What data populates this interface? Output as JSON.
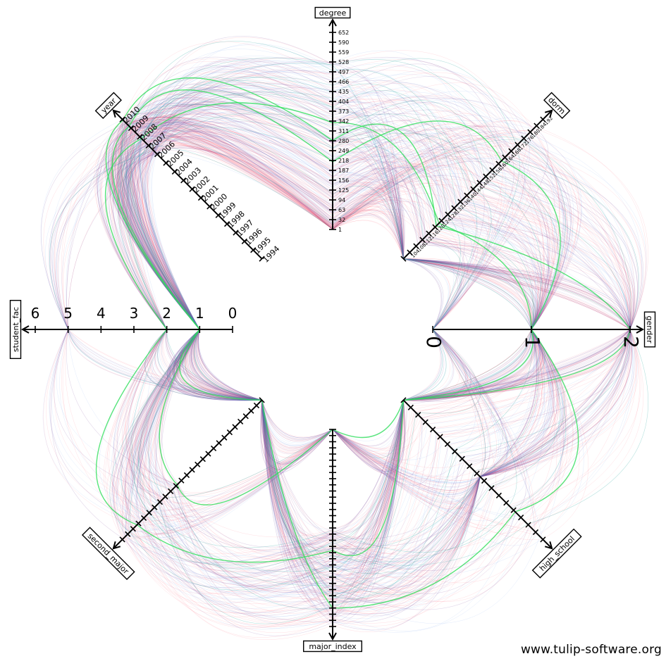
{
  "credit": "www.tulip-software.org",
  "chart_data": {
    "type": "parallel-coordinates-circular",
    "axes": [
      {
        "name": "degree",
        "ticks": [
          "1",
          "32",
          "63",
          "94",
          "125",
          "156",
          "187",
          "218",
          "249",
          "280",
          "311",
          "342",
          "373",
          "404",
          "435",
          "466",
          "497",
          "528",
          "559",
          "590",
          "652"
        ]
      },
      {
        "name": "dorm",
        "ticks": [
          "",
          "104",
          "108",
          "112",
          "116",
          "120",
          "124",
          "128",
          "132",
          "136",
          "140",
          "144",
          "148",
          "152",
          "156",
          "160",
          "164",
          "168",
          "172",
          "176",
          "180",
          "184",
          "192"
        ]
      },
      {
        "name": "gender",
        "ticks": [
          "0",
          "1",
          "2"
        ]
      },
      {
        "name": "high_school",
        "ticks": [
          "",
          "",
          "",
          "",
          "",
          "",
          "",
          "",
          "",
          "",
          "",
          "",
          "",
          "",
          "",
          "",
          "",
          "",
          "",
          ""
        ]
      },
      {
        "name": "major_index",
        "ticks": [
          "",
          "",
          "",
          "",
          "",
          "",
          "",
          "",
          "",
          "",
          "",
          "",
          "",
          "",
          "",
          "",
          "",
          "",
          "",
          "",
          "",
          "",
          "",
          "",
          "",
          "",
          "",
          "",
          "",
          "",
          "",
          "",
          ""
        ]
      },
      {
        "name": "second_major",
        "ticks": [
          "",
          "",
          "",
          "",
          "",
          "",
          "",
          "",
          "",
          "",
          "",
          "",
          "",
          "",
          "",
          "",
          "",
          "",
          "",
          "",
          "",
          "",
          "",
          "",
          "",
          "",
          ""
        ]
      },
      {
        "name": "student_fac",
        "ticks": [
          "0",
          "1",
          "2",
          "3",
          "4",
          "5",
          "6"
        ]
      },
      {
        "name": "year",
        "ticks": [
          "1994",
          "1995",
          "1996",
          "1997",
          "1998",
          "1999",
          "2000",
          "2001",
          "2002",
          "2003",
          "2004",
          "2005",
          "2006",
          "2007",
          "2008",
          "2009",
          "2010"
        ]
      }
    ],
    "series_colors": {
      "red": "#ff3b4e",
      "blue": "#2f6fe0",
      "green": "#2fe05a",
      "purple": "#7a4a9a",
      "teal": "#2fa8a0"
    }
  }
}
